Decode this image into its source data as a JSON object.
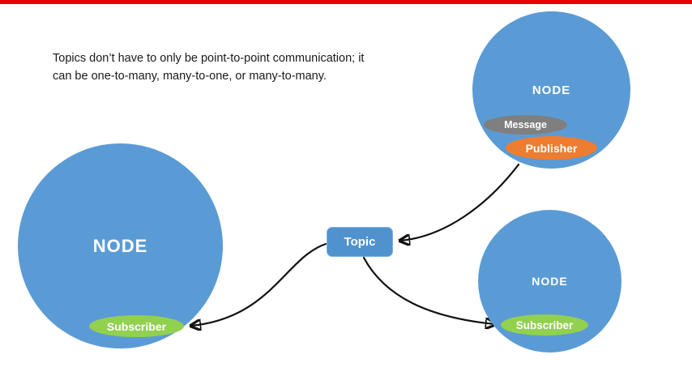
{
  "caption": {
    "line1": "Topics don’t have to only be point-to-point communication; it",
    "line2": "can be one-to-many, many-to-one, or many-to-many."
  },
  "nodes": {
    "left": {
      "label": "NODE",
      "subscriber_label": "Subscriber"
    },
    "top_right": {
      "label": "NODE",
      "message_label": "Message",
      "publisher_label": "Publisher"
    },
    "bottom_right": {
      "label": "NODE",
      "subscriber_label": "Subscriber"
    }
  },
  "topic": {
    "label": "Topic"
  },
  "colors": {
    "top_bar_red": "#e60000",
    "node_blue": "#5b9bd5",
    "topic_blue": "#4f92ce",
    "subscriber_green": "#92d050",
    "publisher_orange": "#ed7d31",
    "message_gray": "#7f7f7f",
    "arrow_black": "#111111"
  }
}
